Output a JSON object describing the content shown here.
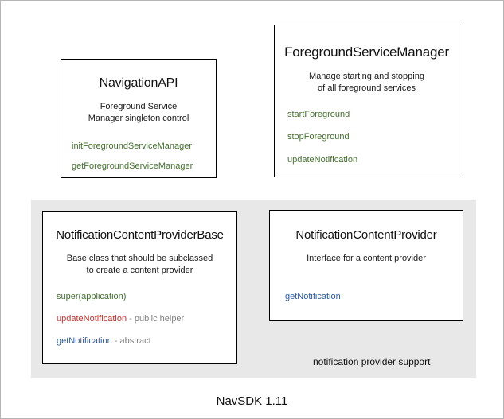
{
  "diagram": {
    "footer_caption": "NavSDK 1.11",
    "group_label": "notification provider support",
    "colors": {
      "method_green": "#44702f",
      "method_red": "#bf3330",
      "method_blue": "#2c5aa0",
      "note_gray": "#808080",
      "panel_gray": "#e8e8e8",
      "border_black": "#000000",
      "text_black": "#111111"
    },
    "boxes": [
      {
        "id": "navigation-api",
        "title": "NavigationAPI",
        "description": [
          "Foreground Service",
          "Manager singleton control"
        ],
        "members": [
          {
            "name": "initForegroundServiceManager",
            "color": "#44702f",
            "note": ""
          },
          {
            "name": "getForegroundServiceManager",
            "color": "#44702f",
            "note": ""
          }
        ]
      },
      {
        "id": "foreground-service-manager",
        "title": "ForegroundServiceManager",
        "description": [
          "Manage starting and stopping",
          "of all foreground services"
        ],
        "members": [
          {
            "name": "startForeground",
            "color": "#44702f",
            "note": ""
          },
          {
            "name": "stopForeground",
            "color": "#44702f",
            "note": ""
          },
          {
            "name": "updateNotification",
            "color": "#44702f",
            "note": ""
          }
        ]
      },
      {
        "id": "notification-content-provider-base",
        "title": "NotificationContentProviderBase",
        "description": [
          "Base class that should be subclassed",
          "to create a content provider"
        ],
        "members": [
          {
            "name": "super(application)",
            "color": "#44702f",
            "note": ""
          },
          {
            "name": "updateNotification",
            "color": "#bf3330",
            "note": " - public helper"
          },
          {
            "name": "getNotification",
            "color": "#2c5aa0",
            "note": " - abstract"
          }
        ]
      },
      {
        "id": "notification-content-provider",
        "title": "NotificationContentProvider",
        "description": [
          "Interface for a content provider"
        ],
        "members": [
          {
            "name": "getNotification",
            "color": "#2c5aa0",
            "note": ""
          }
        ]
      }
    ]
  }
}
